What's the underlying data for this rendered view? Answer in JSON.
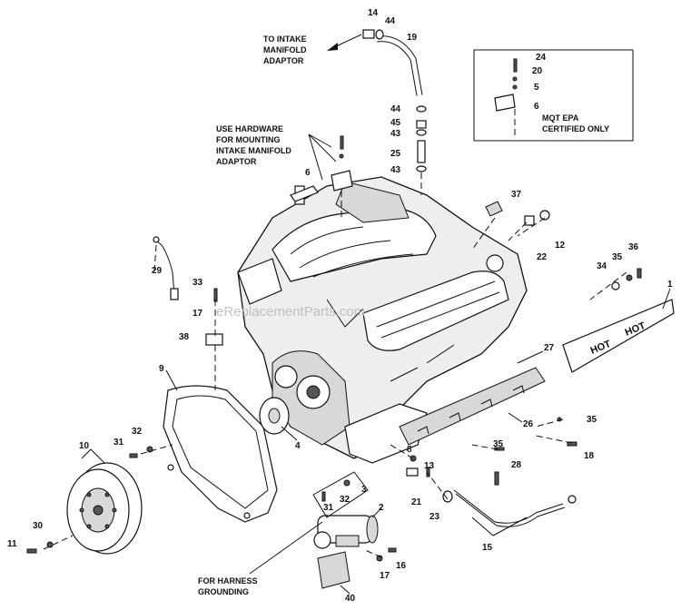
{
  "diagram": {
    "notes": {
      "intake_adaptor": [
        "TO INTAKE",
        "MANIFOLD",
        "ADAPTOR"
      ],
      "use_hardware": [
        "USE HARDWARE",
        "FOR MOUNTING",
        "INTAKE MANIFOLD",
        "ADAPTOR"
      ],
      "mqt_epa": [
        "MQT EPA",
        "CERTIFIED ONLY"
      ],
      "harness": [
        "FOR HARNESS",
        "GROUNDING"
      ]
    },
    "heat_shield_text": [
      "HOT",
      "HOT"
    ],
    "watermark": "eReplacementParts.com",
    "callouts": {
      "c14": "14",
      "c44a": "44",
      "c19": "19",
      "c24": "24",
      "c20": "20",
      "c5": "5",
      "c6a": "6",
      "c44b": "44",
      "c45": "45",
      "c43a": "43",
      "c25": "25",
      "c43b": "43",
      "c6b": "6",
      "c37": "37",
      "c12": "12",
      "c22": "22",
      "c29": "29",
      "c33": "33",
      "c17a": "17",
      "c38": "38",
      "c34": "34",
      "c35a": "35",
      "c36": "36",
      "c1": "1",
      "c27": "27",
      "c9": "9",
      "c26": "26",
      "c35b": "35",
      "c4": "4",
      "c32a": "32",
      "c31a": "31",
      "c10": "10",
      "c8": "8",
      "c13": "13",
      "c35c": "35",
      "c18": "18",
      "c28": "28",
      "c21": "21",
      "c23": "23",
      "c3": "3",
      "c32b": "32",
      "c31b": "31",
      "c2": "2",
      "c30": "30",
      "c11": "11",
      "c16": "16",
      "c17b": "17",
      "c15": "15",
      "c40": "40"
    }
  }
}
